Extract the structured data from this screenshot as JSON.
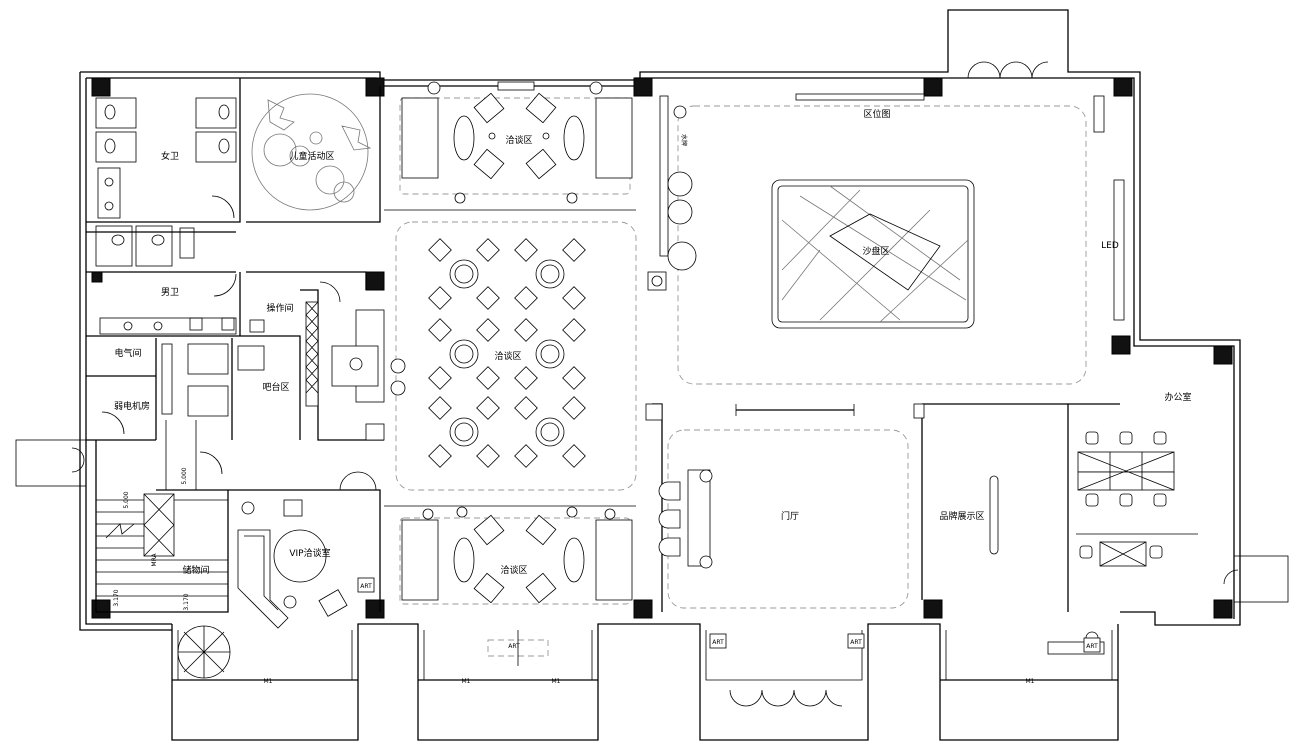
{
  "rooms": {
    "womens_wc": "女卫",
    "kids_area": "儿童活动区",
    "talk_area_top": "洽谈区",
    "sand_table_area_title": "区位图",
    "sand_table": "沙盘区",
    "led": "LED",
    "mens_wc": "男卫",
    "operation_room": "操作间",
    "electrical_room": "电气间",
    "weak_current_room": "弱电机房",
    "bar_area": "吧台区",
    "talk_area_center": "洽谈区",
    "office": "办公室",
    "lobby": "门厅",
    "brand_display": "品牌展示区",
    "vip_room": "VIP洽谈室",
    "storage": "储物间",
    "talk_area_bottom": "洽谈区",
    "column_label": "MRA"
  },
  "annotations": {
    "vertical_tag": "水牌",
    "dim_a": "5.000",
    "dim_b": "5.000",
    "dim_c": "3.170",
    "dim_d": "3.170",
    "art_tag": "ART",
    "door_mark": "M1"
  }
}
